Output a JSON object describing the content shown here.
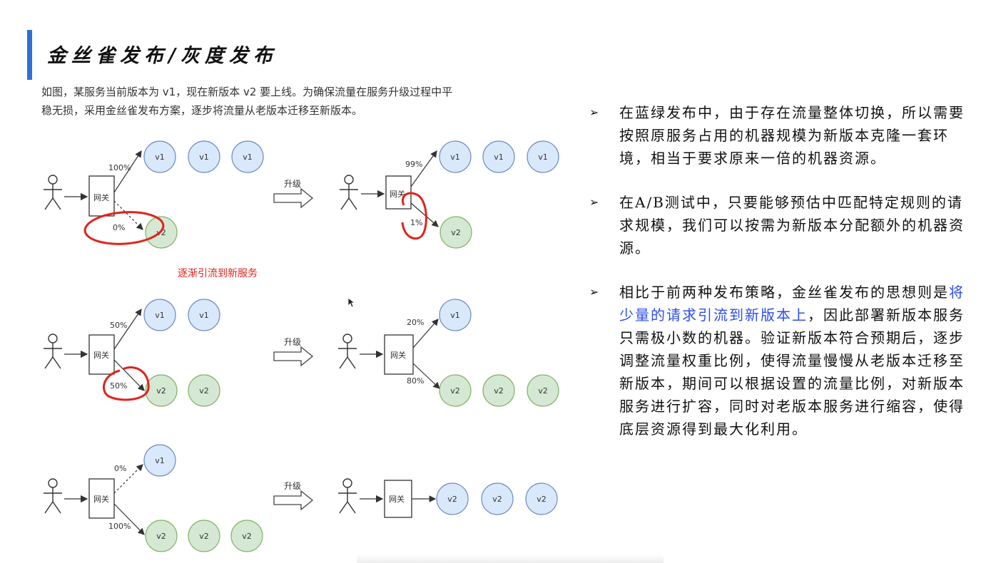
{
  "page": {
    "title": "金丝雀发布/灰度发布",
    "intro_line1": "如图，某服务当前版本为 v1，现在新版本 v2 要上线。为确保流量在服务升级过程中平",
    "intro_line2": "稳无损，采用金丝雀发布方案，逐步将流量从老版本迁移至新版本。"
  },
  "diagram": {
    "gateway_label": "网关",
    "upgrade_label": "升级",
    "caption": "逐渐引流到新服务",
    "v1": "v1",
    "v2": "v2",
    "row1": {
      "left_v1_pct": "100%",
      "left_v2_pct": "0%",
      "right_v1_pct": "99%",
      "right_v2_pct": "1%"
    },
    "row2": {
      "left_v1_pct": "50%",
      "left_v2_pct": "50%",
      "right_v1_pct": "20%",
      "right_v2_pct": "80%"
    },
    "row3": {
      "left_v1_pct": "0%",
      "left_v2_pct": "100%"
    }
  },
  "bullets": {
    "b1": "在蓝绿发布中，由于存在流量整体切换，所以需要按照原服务占用的机器规模为新版本克隆一套环境，相当于要求原来一倍的机器资源。",
    "b2": "在A/B测试中，只要能够预估中匹配特定规则的请求规模，我们可以按需为新版本分配额外的机器资源。",
    "b3_pre": "相比于前两种发布策略，金丝雀发布的思想则是",
    "b3_hl": "将少量的请求引流到新版本上",
    "b3_post": "，因此部署新版本服务只需极小数的机器。验证新版本符合预期后，逐步调整流量权重比例，使得流量慢慢从老版本迁移至新版本，期间可以根据设置的流量比例，对新版本服务进行扩容，同时对老版本服务进行缩容，使得底层资源得到最大化利用。"
  },
  "colors": {
    "accent_bar": "#2f6fd6",
    "v1_fill": "#dae8fc",
    "v1_stroke": "#6c8ebf",
    "v2_fill": "#d5e8d4",
    "v2_stroke": "#82b366",
    "annotation": "#e0231c",
    "highlight": "#2a4df0"
  }
}
